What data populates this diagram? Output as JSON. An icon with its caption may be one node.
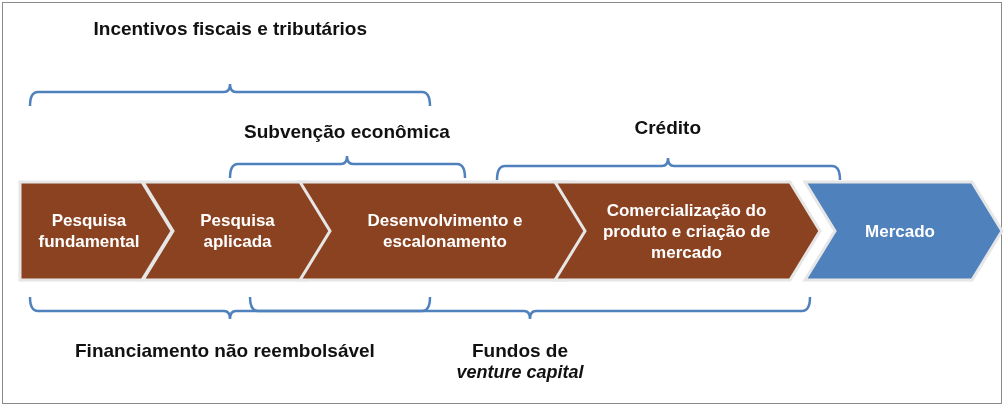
{
  "diagram": {
    "nodes": [
      {
        "text": [
          "Pesquisa fundamental"
        ]
      },
      {
        "text": [
          "Pesquisa aplicada"
        ]
      },
      {
        "text": [
          "Desenvolvimento e escalonamento"
        ]
      },
      {
        "text": [
          "Comercialização do produto e criação de mercado"
        ]
      },
      {
        "text": [
          "Mercado"
        ]
      }
    ],
    "labels": [
      "Incentivos fiscais e tributários",
      "Subvenção econômica",
      "Crédito",
      "Financiamento não reembolsável",
      "Fundos de *venture capital*"
    ]
  }
}
